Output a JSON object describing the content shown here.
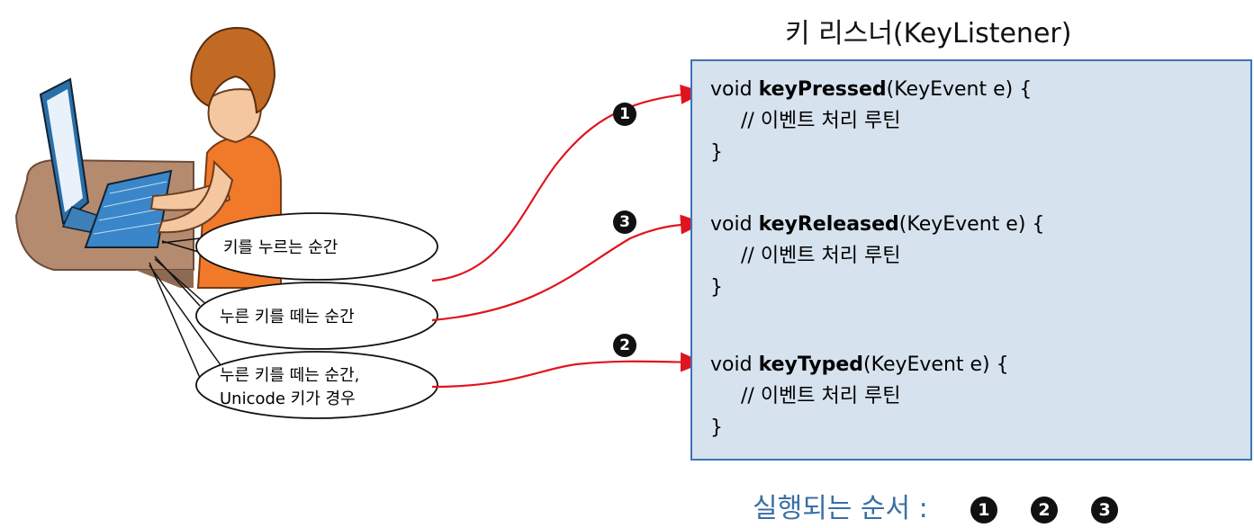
{
  "title": "키 리스너(KeyListener)",
  "methods": [
    {
      "prefix": "void ",
      "name": "keyPressed",
      "params": "(KeyEvent e) {",
      "comment": "// 이벤트 처리 루틴",
      "close": "}"
    },
    {
      "prefix": "void ",
      "name": "keyReleased",
      "params": "(KeyEvent e) {",
      "comment": "// 이벤트 처리 루틴",
      "close": "}"
    },
    {
      "prefix": "void ",
      "name": "keyTyped",
      "params": "(KeyEvent e) {",
      "comment": "// 이벤트 처리 루틴",
      "close": "}"
    }
  ],
  "bubbles": [
    {
      "lines": [
        "키를 누르는 순간"
      ]
    },
    {
      "lines": [
        "누른 키를 떼는 순간"
      ]
    },
    {
      "lines": [
        "누른 키를 떼는 순간,",
        "Unicode 키가 경우"
      ]
    }
  ],
  "arrow_badges": [
    "1",
    "3",
    "2"
  ],
  "order": {
    "label": "실행되는 순서 :",
    "steps": [
      "1",
      "2",
      "3"
    ]
  },
  "colors": {
    "arrow": "#e0141e",
    "panel_bg": "#d6e2ee",
    "panel_border": "#3c74b8",
    "order_text": "#3a6ea5",
    "shirt": "#f07a2a",
    "hair": "#c26a24",
    "monitor": "#2a6fa8"
  }
}
